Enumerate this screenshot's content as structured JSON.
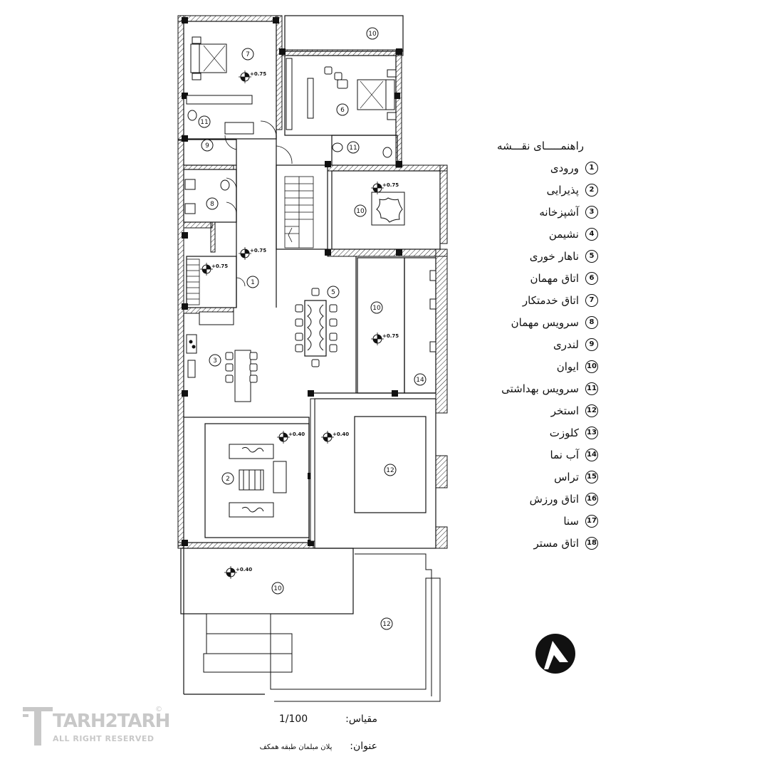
{
  "legend": {
    "title": "راهنمـــــای نقـــشه",
    "items": [
      {
        "num": "1",
        "label": "ورودی"
      },
      {
        "num": "2",
        "label": "پذیرایی"
      },
      {
        "num": "3",
        "label": "آشپزخانه"
      },
      {
        "num": "4",
        "label": "نشیمن"
      },
      {
        "num": "5",
        "label": "ناهار خوری"
      },
      {
        "num": "6",
        "label": "اتاق مهمان"
      },
      {
        "num": "7",
        "label": "اتاق خدمتکار"
      },
      {
        "num": "8",
        "label": "سرویس مهمان"
      },
      {
        "num": "9",
        "label": "لندری"
      },
      {
        "num": "10",
        "label": "ایوان"
      },
      {
        "num": "11",
        "label": "سرویس بهداشتی"
      },
      {
        "num": "12",
        "label": "استخر"
      },
      {
        "num": "13",
        "label": "کلوزت"
      },
      {
        "num": "14",
        "label": "آب نما"
      },
      {
        "num": "15",
        "label": "تراس"
      },
      {
        "num": "16",
        "label": "اتاق ورزش"
      },
      {
        "num": "17",
        "label": "سنا"
      },
      {
        "num": "18",
        "label": "اتاق مستر"
      }
    ]
  },
  "scale": {
    "label": "مقیاس:",
    "value": "1/100"
  },
  "title_block": {
    "label": "عنوان:",
    "value": "پلان مبلمان طبقه همکف"
  },
  "logo": {
    "name": "TARH2TARH",
    "sub": "ALL RIGHT RESERVED",
    "copyright": "©"
  },
  "levels": {
    "l075": "+0.75",
    "l040": "+0.40"
  },
  "room_tags": {
    "entry": "1",
    "living": "2",
    "kitchen": "3",
    "dining": "5",
    "guest_room": "6",
    "servant_room": "7",
    "guest_wc": "8",
    "laundry": "9",
    "porch": "10",
    "wc": "11",
    "pool": "12",
    "fountain": "14"
  },
  "icons": {
    "north_arrow": "north-arrow-icon",
    "level_marker": "level-marker-icon"
  }
}
